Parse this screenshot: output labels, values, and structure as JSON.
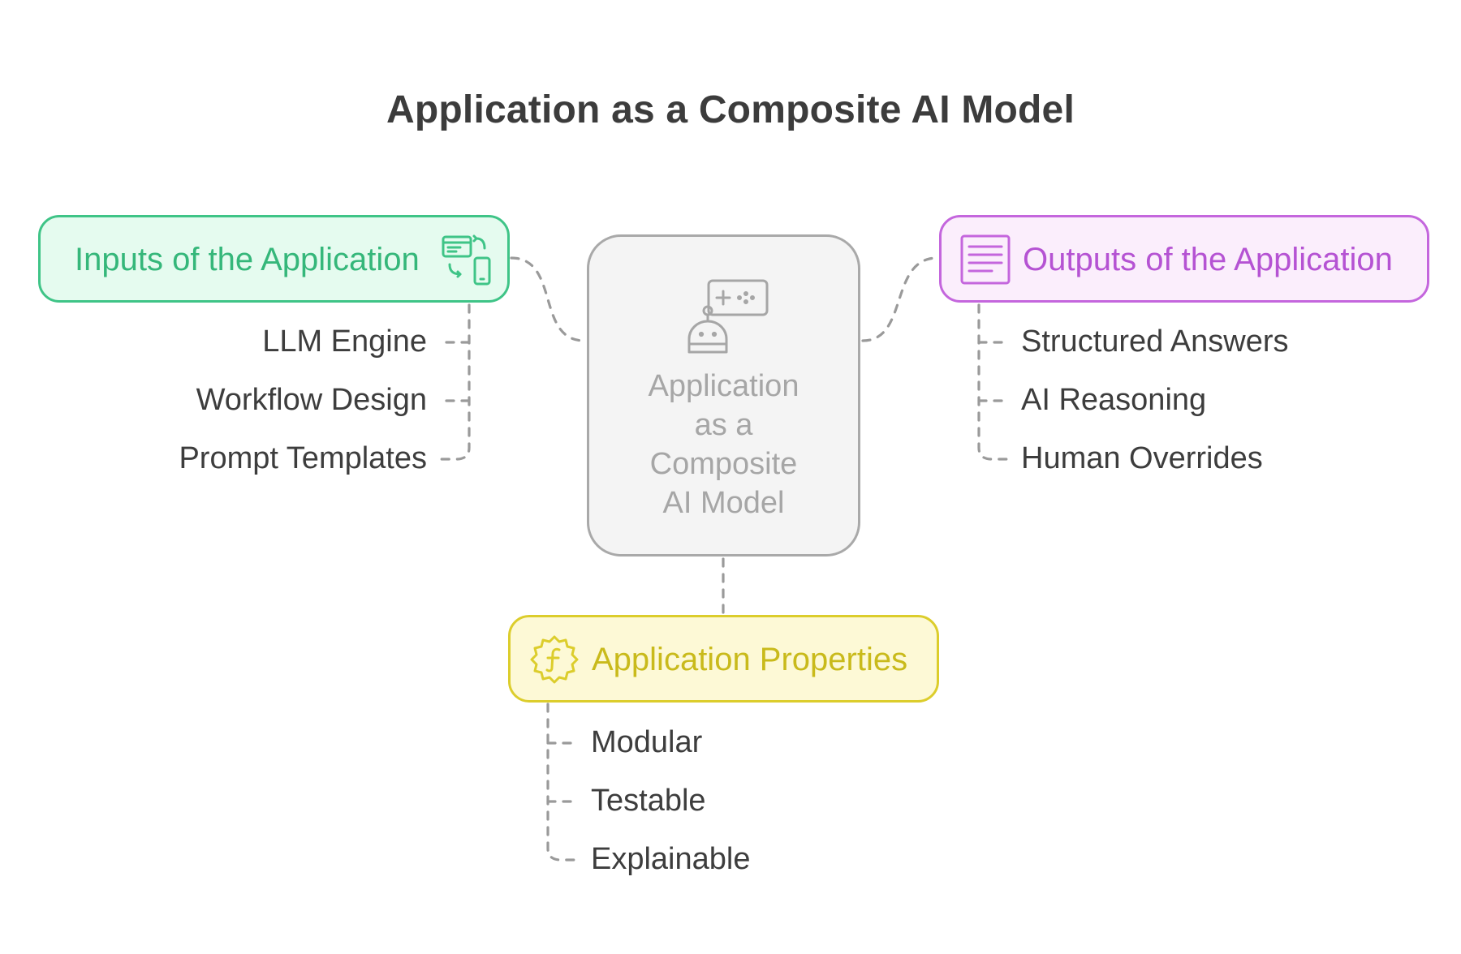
{
  "title": "Application as a Composite AI Model",
  "center": {
    "lines": [
      "Application",
      "as a",
      "Composite",
      "AI Model"
    ],
    "icon": "robot-gamepad-icon"
  },
  "inputs": {
    "label": "Inputs of the Application",
    "icon": "device-sync-icon",
    "color": "#3fc487",
    "items": [
      "LLM Engine",
      "Workflow Design",
      "Prompt Templates"
    ]
  },
  "outputs": {
    "label": "Outputs of the Application",
    "icon": "document-lines-icon",
    "color": "#c466dd",
    "items": [
      "Structured Answers",
      "AI Reasoning",
      "Human Overrides"
    ]
  },
  "properties": {
    "label": "Application Properties",
    "icon": "function-badge-icon",
    "color": "#dccd2c",
    "items": [
      "Modular",
      "Testable",
      "Explainable"
    ]
  }
}
